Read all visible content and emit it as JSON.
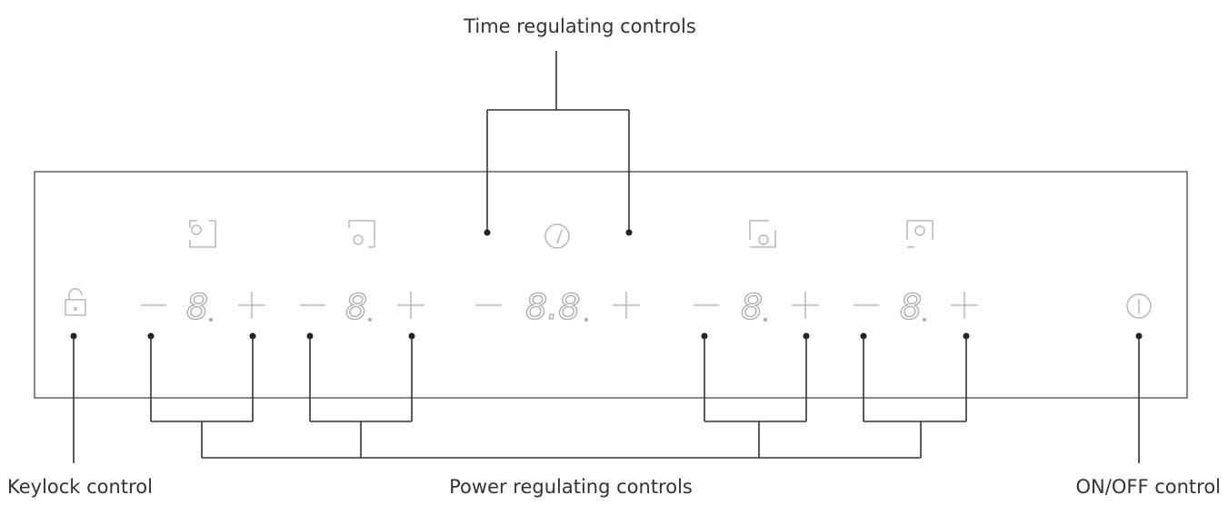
{
  "labels": {
    "time": "Time regulating controls",
    "keylock": "Keylock control",
    "power": "Power regulating controls",
    "onoff": "ON/OFF control"
  },
  "displays": {
    "zone1": "8",
    "zone2": "8",
    "timer": "8.8",
    "zone3": "8",
    "zone4": "8"
  },
  "controls": {
    "minus": "−",
    "plus": "+"
  },
  "icons": {
    "keylock": "padlock-icon",
    "timer": "clock-icon",
    "onoff": "power-icon",
    "zone_front_left": "cooking-zone-front-left-icon",
    "zone_rear_left": "cooking-zone-rear-left-icon",
    "zone_rear_right": "cooking-zone-rear-right-icon",
    "zone_front_right": "cooking-zone-front-right-icon"
  },
  "colors": {
    "line": "#333333",
    "panel_border": "#555555",
    "symbols": "#b8b8b8"
  }
}
